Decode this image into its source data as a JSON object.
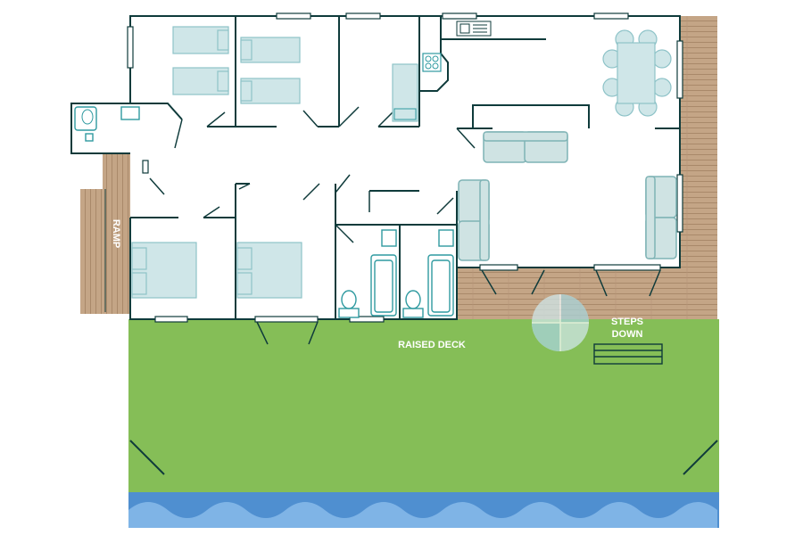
{
  "plan": {
    "labels": {
      "ramp": "RAMP",
      "raised_deck": "RAISED DECK",
      "steps_line1": "STEPS",
      "steps_line2": "DOWN"
    },
    "colors": {
      "deck": "#c4a586",
      "deck_line": "#a9896a",
      "lawn": "#85be57",
      "water_dark": "#4f8fd0",
      "water_light": "#7fb4e6",
      "wall": "#0f3b3b",
      "furniture": "#cfe6e8",
      "furniture_stroke": "#8ec3c8"
    }
  }
}
